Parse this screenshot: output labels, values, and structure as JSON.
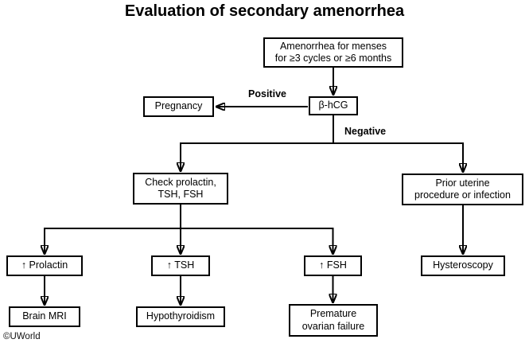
{
  "title": "Evaluation of secondary amenorrhea",
  "credit": "©UWorld",
  "edge_labels": {
    "positive": "Positive",
    "negative": "Negative"
  },
  "nodes": {
    "start": "Amenorrhea for menses\nfor ≥3 cycles or ≥6 months",
    "bhcg": "β-hCG",
    "pregnancy": "Pregnancy",
    "check_labs": "Check prolactin,\nTSH, FSH",
    "prior_uterine": "Prior uterine\nprocedure or infection",
    "high_prolactin": "↑ Prolactin",
    "high_tsh": "↑ TSH",
    "high_fsh": "↑ FSH",
    "hysteroscopy": "Hysteroscopy",
    "brain_mri": "Brain MRI",
    "hypothyroidism": "Hypothyroidism",
    "premature_ovarian_failure": "Premature\novarian failure"
  }
}
